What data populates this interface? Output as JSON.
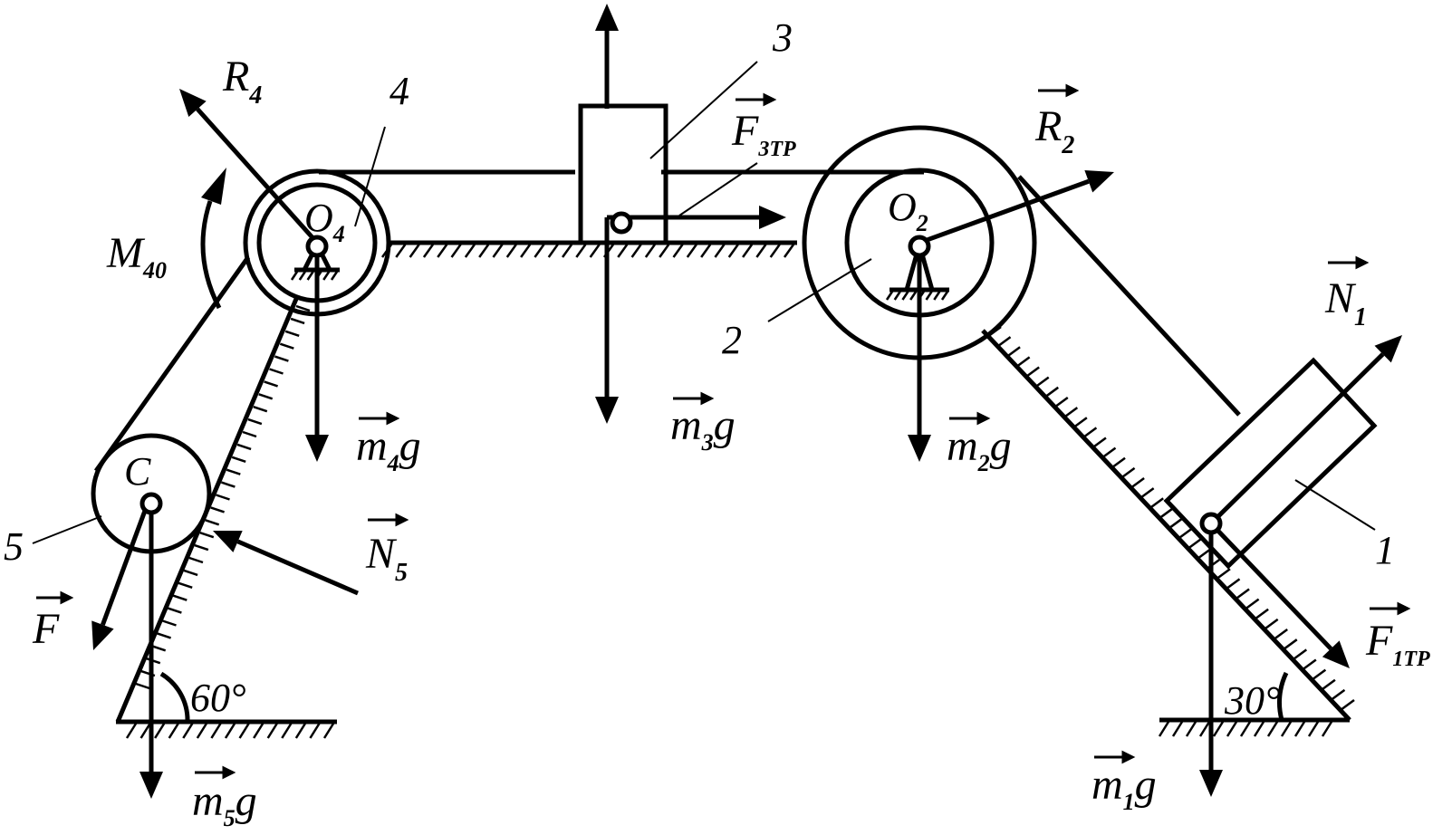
{
  "colors": {
    "ink": "#000000",
    "background": "#ffffff"
  },
  "angles": {
    "left_incline": "60°",
    "right_incline": "30°"
  },
  "bodies": [
    {
      "id": "1",
      "label": "1"
    },
    {
      "id": "2",
      "label": "2"
    },
    {
      "id": "3",
      "label": "3"
    },
    {
      "id": "4",
      "label": "4"
    },
    {
      "id": "5",
      "label": "5"
    }
  ],
  "points": {
    "O4": {
      "letter": "O",
      "sub": "4"
    },
    "O2": {
      "letter": "O",
      "sub": "2"
    },
    "C": {
      "letter": "C"
    }
  },
  "forces": {
    "R4": {
      "letter": "R",
      "sub": "4",
      "vector": false
    },
    "M40": {
      "letter": "M",
      "sub": "40",
      "vector": false
    },
    "m4g": {
      "letter": "m",
      "sub": "4",
      "tail": "g",
      "vector": true
    },
    "m3g": {
      "letter": "m",
      "sub": "3",
      "tail": "g",
      "vector": true
    },
    "F3TP": {
      "letter": "F",
      "sub": "3TP",
      "vector": true
    },
    "R2": {
      "letter": "R",
      "sub": "2",
      "vector": true
    },
    "m2g": {
      "letter": "m",
      "sub": "2",
      "tail": "g",
      "vector": true
    },
    "N1": {
      "letter": "N",
      "sub": "1",
      "vector": true
    },
    "F1TP": {
      "letter": "F",
      "sub": "1TP",
      "vector": true
    },
    "m1g": {
      "letter": "m",
      "sub": "1",
      "tail": "g",
      "vector": true
    },
    "N5": {
      "letter": "N",
      "sub": "5",
      "vector": true
    },
    "F": {
      "letter": "F",
      "vector": true
    },
    "m5g": {
      "letter": "m",
      "sub": "5",
      "tail": "g",
      "vector": true
    }
  }
}
